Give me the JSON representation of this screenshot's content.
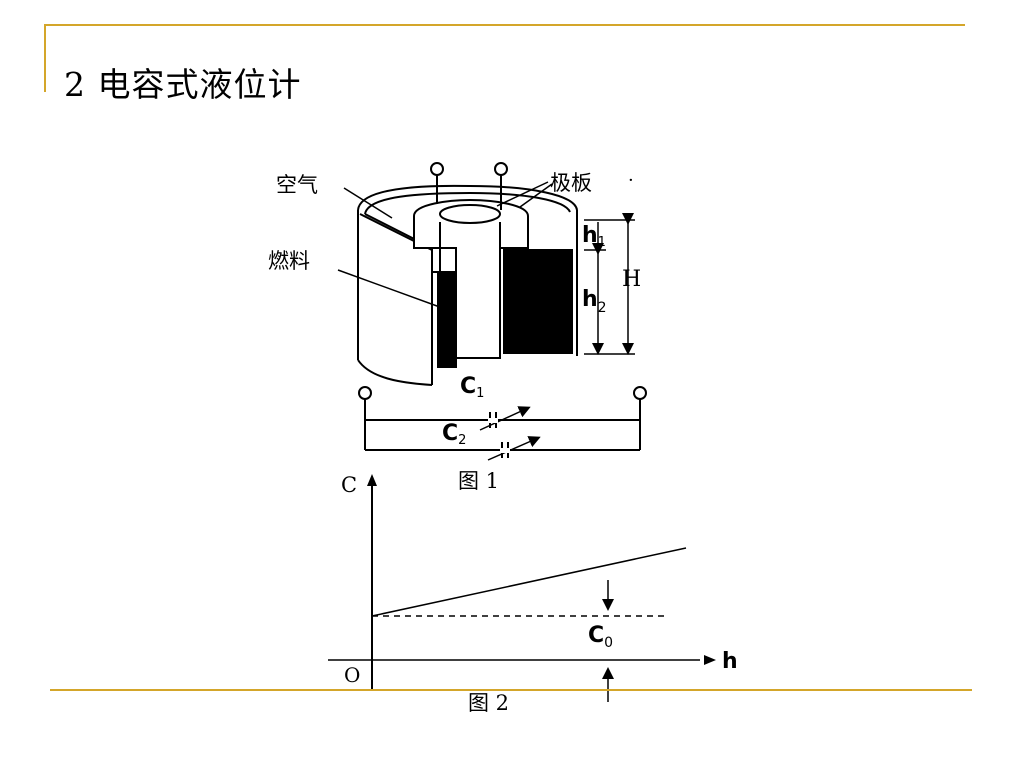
{
  "slide": {
    "title": "2 电容式液位计",
    "accent_color": "#D4A62A"
  },
  "figure1": {
    "caption": "图 1",
    "label_air": "空气",
    "label_fuel": "燃料",
    "label_plates": "极板",
    "label_h1": "h",
    "label_h1_sub": "1",
    "label_H": "H",
    "label_h2": "h",
    "label_h2_sub": "2",
    "label_c1": "C",
    "label_c1_sub": "1",
    "label_c2": "C",
    "label_c2_sub": "2"
  },
  "figure2": {
    "caption": "图 2",
    "y_label": "C",
    "x_label": "h",
    "origin_label": "O",
    "c0_label": "C",
    "c0_sub": "0"
  }
}
